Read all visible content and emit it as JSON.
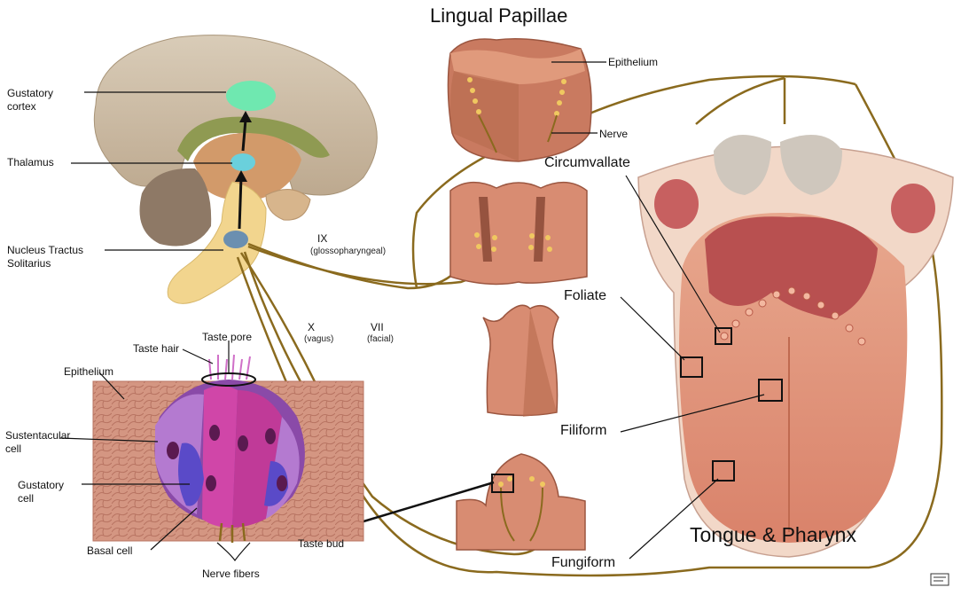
{
  "title": "Lingual Papillae",
  "brain": {
    "gustatory_cortex": "Gustatory cortex",
    "thalamus": "Thalamus",
    "nts": "Nucleus Tractus Solitarius"
  },
  "nerves": {
    "ix": "IX",
    "ix_name": "(glossopharyngeal)",
    "x": "X",
    "x_name": "(vagus)",
    "vii": "VII",
    "vii_name": "(facial)"
  },
  "papilla_labels": {
    "epithelium": "Epithelium",
    "nerve": "Nerve",
    "circumvallate": "Circumvallate",
    "foliate": "Foliate",
    "filiform": "Filiform",
    "fungiform": "Fungiform"
  },
  "taste_bud": {
    "taste_pore": "Taste pore",
    "taste_hair": "Taste hair",
    "epithelium": "Epithelium",
    "sustentacular": "Sustentacular cell",
    "gustatory": "Gustatory cell",
    "basal": "Basal cell",
    "nerve_fibers": "Nerve fibers",
    "taste_bud": "Taste bud"
  },
  "tongue_title": "Tongue & Pharynx",
  "colors": {
    "nerve": "#8a6a1e",
    "brain": "#cdbfab",
    "cortex": "#6fe8b0",
    "thalamus": "#6ad0dc",
    "tissue": "#d88c72",
    "tongue": "#e49a80",
    "taste_bud": "#c455c0"
  }
}
